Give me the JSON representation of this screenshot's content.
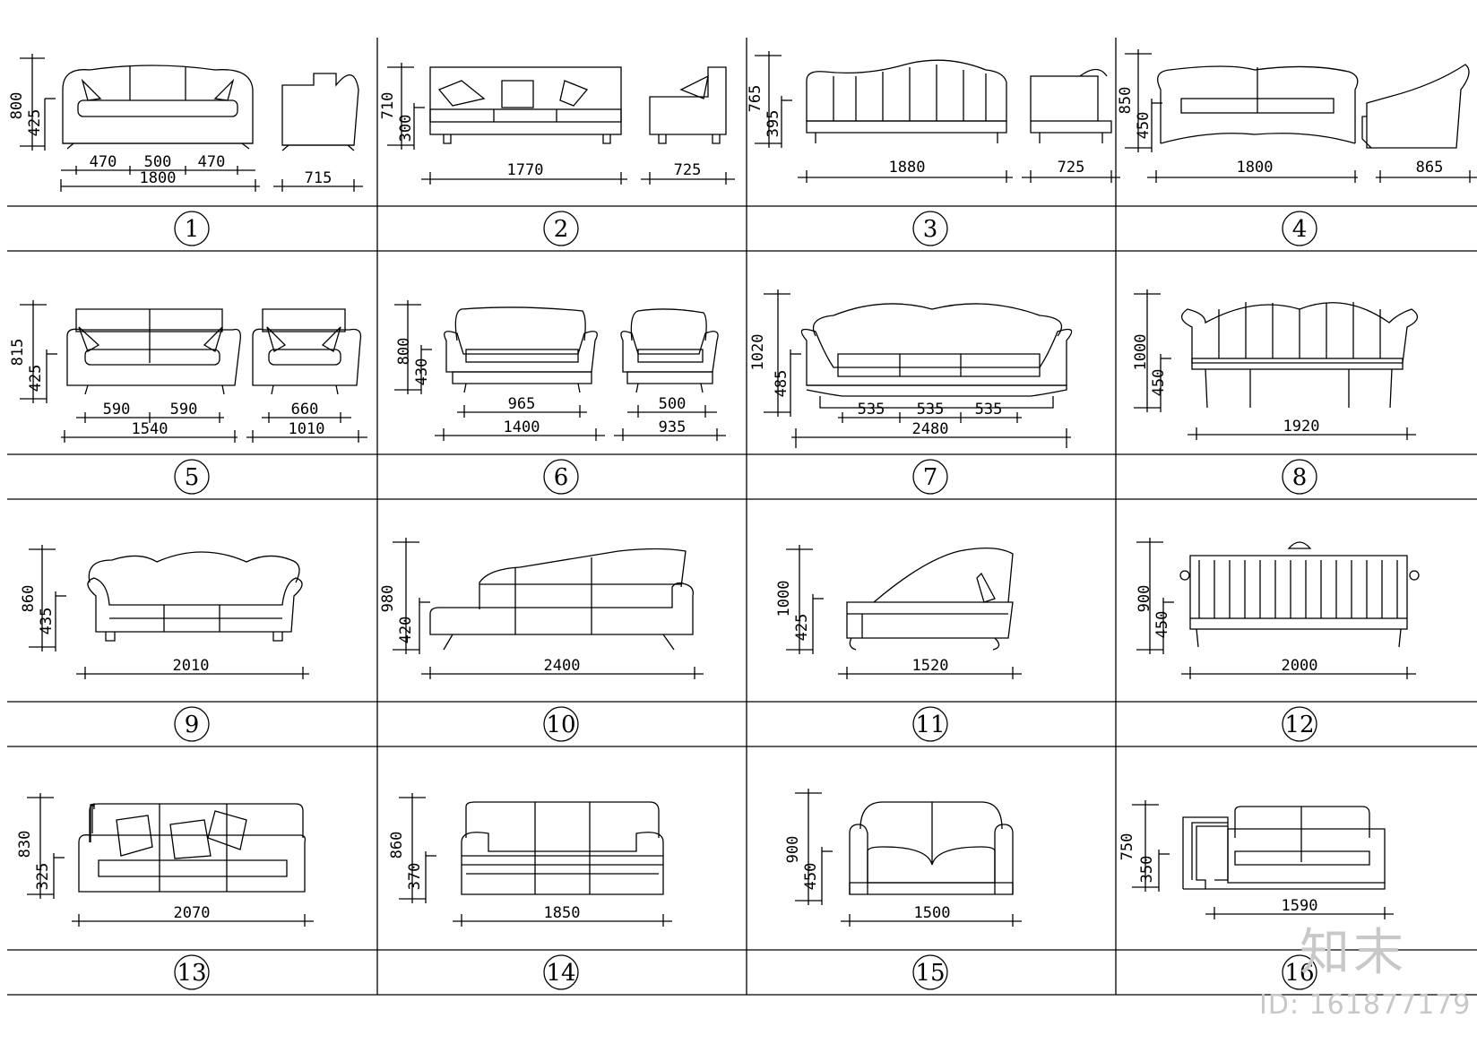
{
  "watermark": {
    "logo": "知末",
    "id_text": "ID: 161877179"
  },
  "items": [
    {
      "num": "1",
      "dims": [
        "800",
        "425",
        "470",
        "500",
        "470",
        "1800",
        "715"
      ]
    },
    {
      "num": "2",
      "dims": [
        "710",
        "300",
        "1770",
        "725"
      ]
    },
    {
      "num": "3",
      "dims": [
        "765",
        "395",
        "1880",
        "725"
      ]
    },
    {
      "num": "4",
      "dims": [
        "850",
        "450",
        "1800",
        "865"
      ]
    },
    {
      "num": "5",
      "dims": [
        "815",
        "425",
        "590",
        "590",
        "1540",
        "660",
        "1010"
      ]
    },
    {
      "num": "6",
      "dims": [
        "800",
        "430",
        "965",
        "1400",
        "500",
        "935"
      ]
    },
    {
      "num": "7",
      "dims": [
        "1020",
        "485",
        "535",
        "535",
        "535",
        "2480"
      ]
    },
    {
      "num": "8",
      "dims": [
        "1000",
        "450",
        "1920"
      ]
    },
    {
      "num": "9",
      "dims": [
        "860",
        "435",
        "2010"
      ]
    },
    {
      "num": "10",
      "dims": [
        "980",
        "420",
        "2400"
      ]
    },
    {
      "num": "11",
      "dims": [
        "1000",
        "425",
        "1520"
      ]
    },
    {
      "num": "12",
      "dims": [
        "900",
        "450",
        "2000"
      ]
    },
    {
      "num": "13",
      "dims": [
        "830",
        "325",
        "2070"
      ]
    },
    {
      "num": "14",
      "dims": [
        "860",
        "370",
        "1850"
      ]
    },
    {
      "num": "15",
      "dims": [
        "900",
        "450",
        "1500"
      ]
    },
    {
      "num": "16",
      "dims": [
        "750",
        "350",
        "1590"
      ]
    }
  ]
}
